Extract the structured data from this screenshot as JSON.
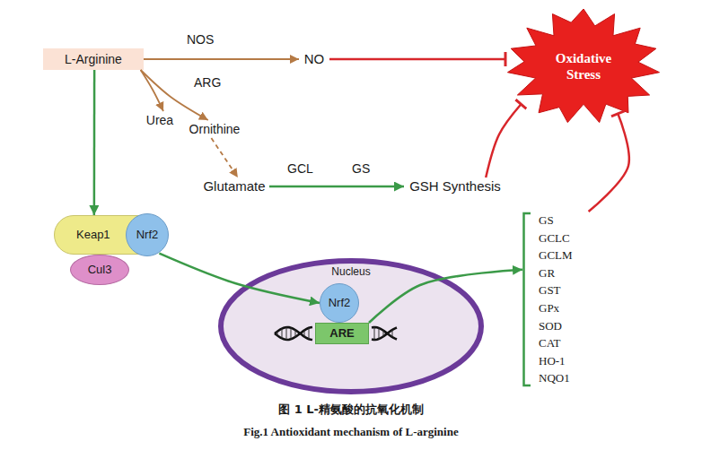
{
  "diagram": {
    "caption": "图 1 L-精氨酸的抗氧化机制",
    "nodes": [
      {
        "text": [
          "L-Arginine"
        ]
      },
      {
        "text": [
          "NO"
        ]
      },
      {
        "text": [
          "Oxidative Stress"
        ]
      },
      {
        "text": [
          "Urea"
        ]
      },
      {
        "text": [
          "Ornithine"
        ]
      },
      {
        "text": [
          "Glutamate"
        ]
      },
      {
        "text": [
          "GSH Synthesis"
        ]
      },
      {
        "text": [
          "Keap1"
        ]
      },
      {
        "text": [
          "Nrf2"
        ]
      },
      {
        "text": [
          "Cul3"
        ]
      },
      {
        "text": [
          "Nucleus"
        ]
      },
      {
        "text": [
          "Nrf2"
        ],
        "in": 10
      },
      {
        "text": [
          "ARE"
        ],
        "in": 10
      },
      {
        "text": [
          "GS",
          "GCLC",
          "GCLM",
          "GR",
          "GST",
          "GPx",
          "SOD",
          "CAT",
          "HO-1",
          "NQO1"
        ]
      }
    ],
    "edges": [
      {
        "from": 0,
        "to": 1,
        "label": "NOS",
        "arrow": "to"
      },
      {
        "from": 1,
        "to": 2,
        "arrow": "to"
      },
      {
        "from": 0,
        "to": 3,
        "arrow": "to"
      },
      {
        "from": 0,
        "to": 4,
        "label": "ARG",
        "arrow": "to"
      },
      {
        "from": 4,
        "to": 5,
        "arrow": "to"
      },
      {
        "from": 5,
        "to": 6,
        "label": "GCL",
        "arrow": "to"
      },
      {
        "from": 6,
        "to": 2,
        "arrow": "to"
      },
      {
        "from": 0,
        "to": 7,
        "arrow": "to"
      },
      {
        "from": 8,
        "to": 11,
        "arrow": "to"
      },
      {
        "from": 12,
        "to": 13,
        "arrow": "to"
      },
      {
        "from": 13,
        "to": 2,
        "arrow": "to"
      }
    ],
    "labels": [
      "GS",
      "Fig.1 Antioxidant mechanism of L-arginine"
    ]
  }
}
